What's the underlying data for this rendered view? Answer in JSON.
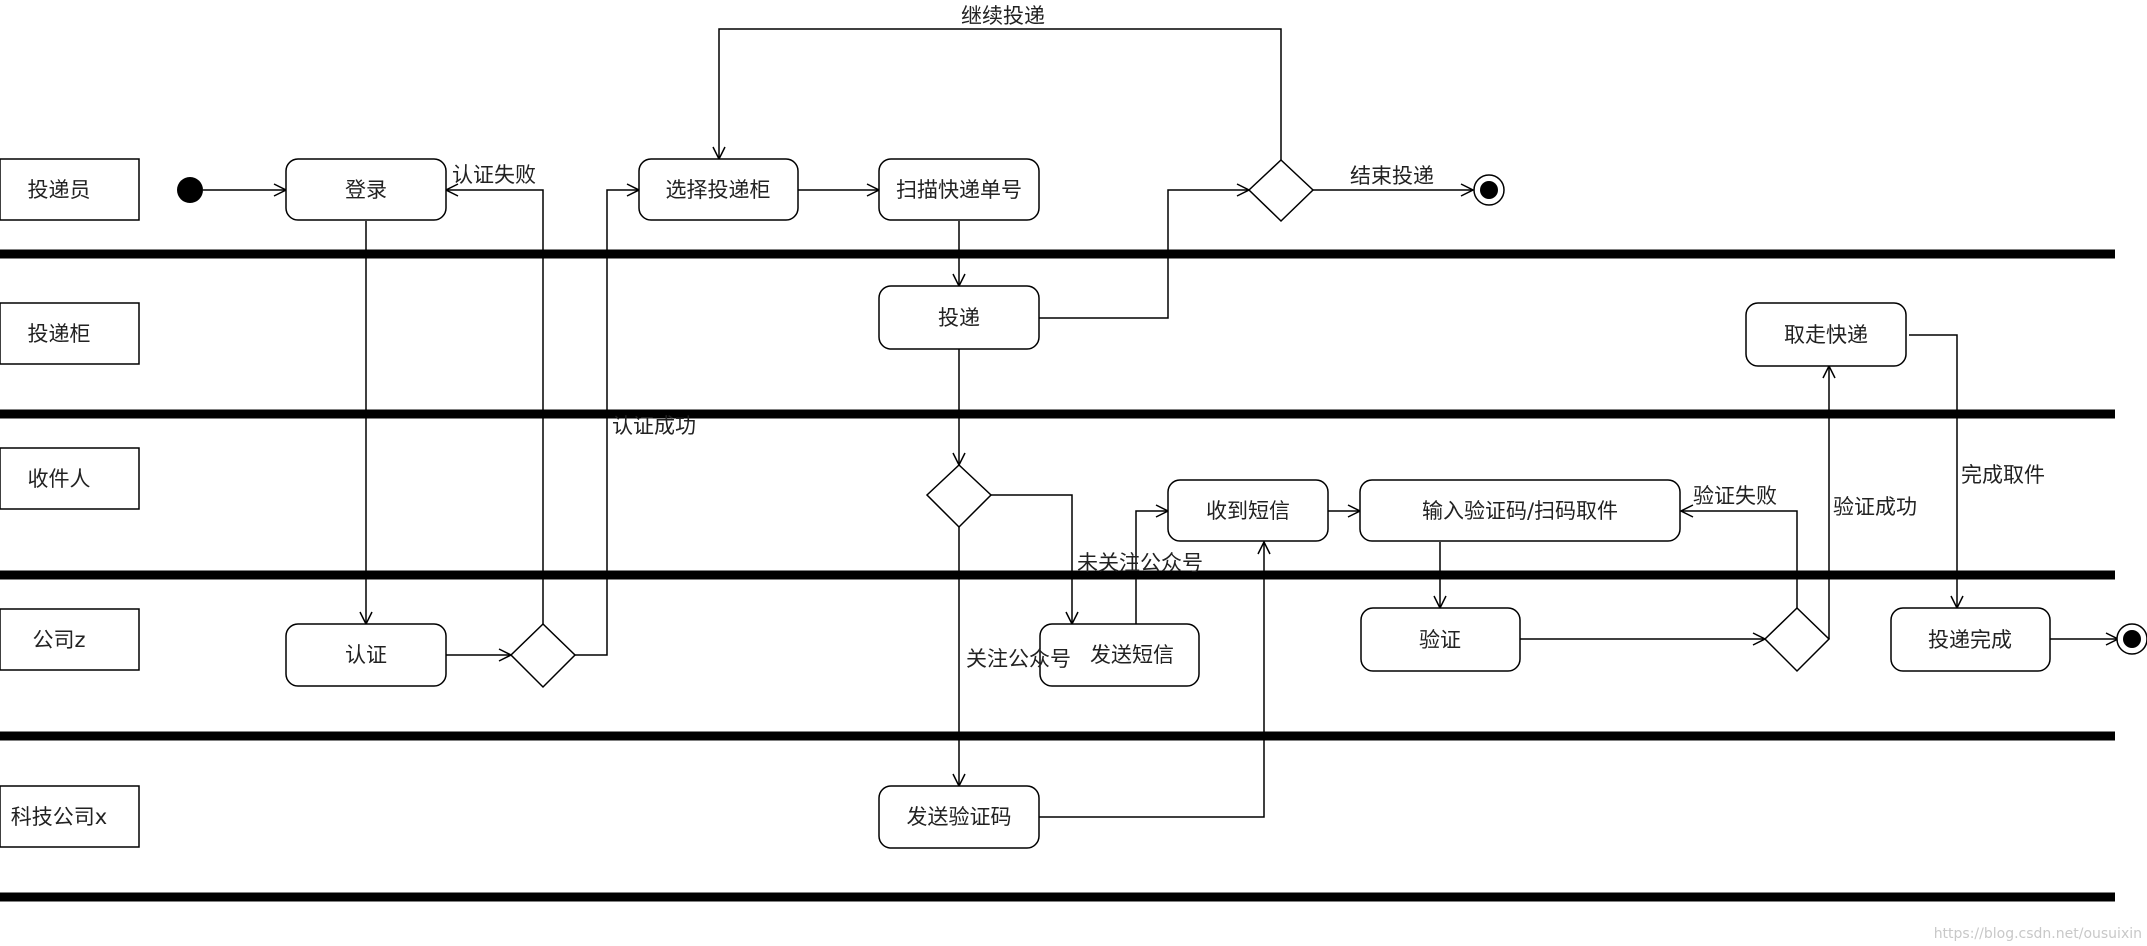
{
  "diagram": {
    "lanes": [
      "投递员",
      "投递柜",
      "收件人",
      "公司z",
      "科技公司x"
    ],
    "nodes": {
      "login": "登录",
      "select_locker": "选择投递柜",
      "scan_number": "扫描快递单号",
      "deliver": "投递",
      "take_parcel": "取走快递",
      "receive_sms": "收到短信",
      "input_code": "输入验证码/扫码取件",
      "authenticate": "认证",
      "send_sms": "发送短信",
      "verify": "验证",
      "delivery_done": "投递完成",
      "send_code": "发送验证码"
    },
    "edge_labels": {
      "continue_delivery": "继续投递",
      "auth_failed": "认证失败",
      "end_delivery": "结束投递",
      "auth_success": "认证成功",
      "not_following": "未关注公众号",
      "verify_failed": "验证失败",
      "verify_success": "验证成功",
      "complete_pickup": "完成取件",
      "following": "关注公众号"
    }
  },
  "watermark": "https://blog.csdn.net/ousuixin"
}
